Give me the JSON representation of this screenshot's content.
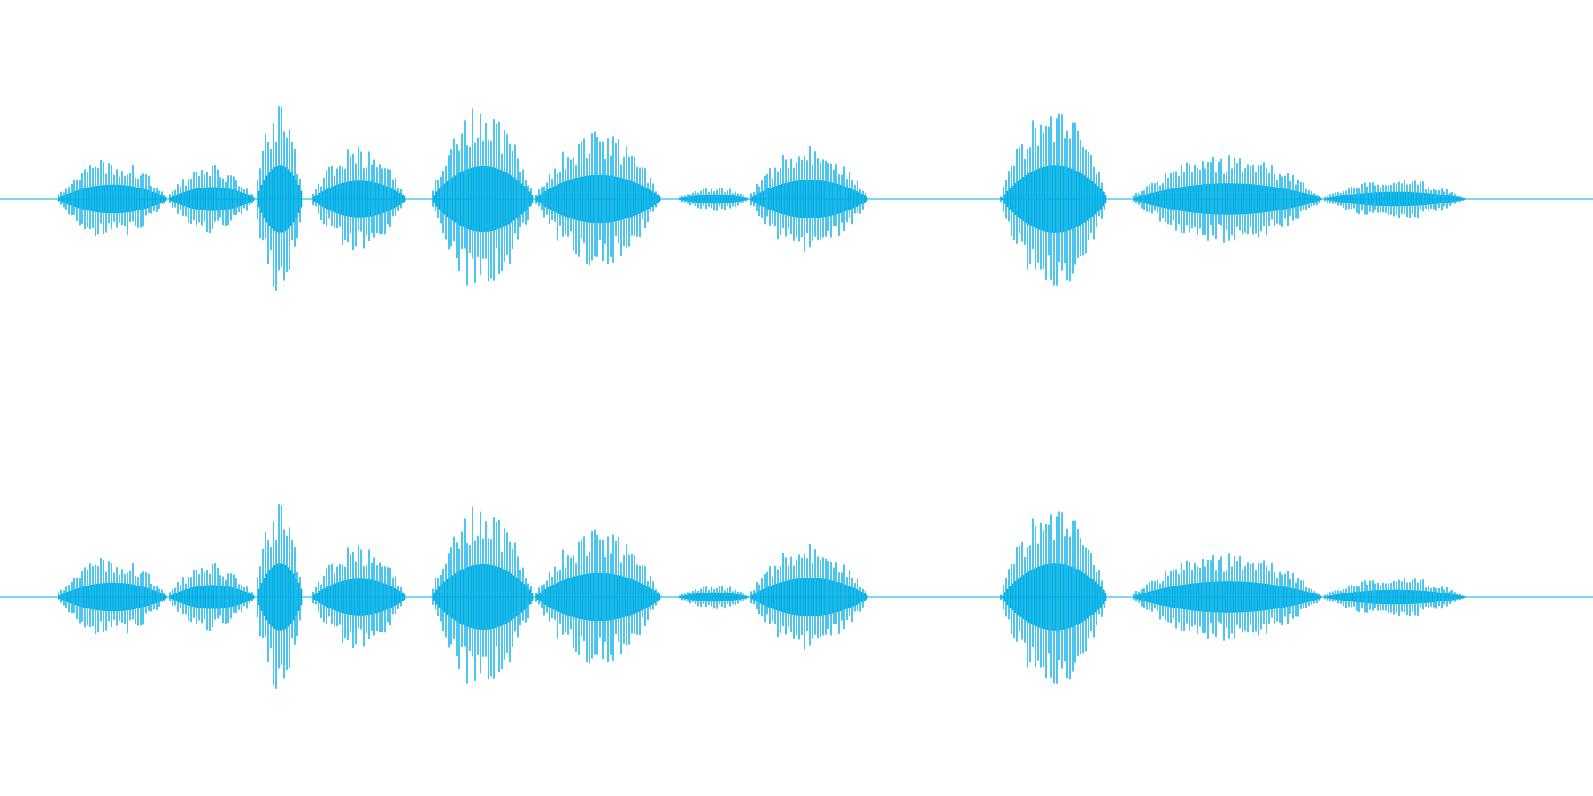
{
  "waveform": {
    "color": "#00aee6",
    "background": "#ffffff",
    "channel_count": 2,
    "segments": [
      {
        "start": 0.035,
        "end": 0.105,
        "peak": 0.43
      },
      {
        "start": 0.105,
        "end": 0.16,
        "peak": 0.36
      },
      {
        "start": 0.16,
        "end": 0.19,
        "peak": 1.0
      },
      {
        "start": 0.195,
        "end": 0.255,
        "peak": 0.55
      },
      {
        "start": 0.27,
        "end": 0.335,
        "peak": 0.98
      },
      {
        "start": 0.335,
        "end": 0.415,
        "peak": 0.72
      },
      {
        "start": 0.425,
        "end": 0.47,
        "peak": 0.14
      },
      {
        "start": 0.47,
        "end": 0.545,
        "peak": 0.57
      },
      {
        "start": 0.628,
        "end": 0.695,
        "peak": 1.0
      },
      {
        "start": 0.71,
        "end": 0.83,
        "peak": 0.47
      },
      {
        "start": 0.83,
        "end": 0.92,
        "peak": 0.22
      }
    ],
    "channels": [
      {
        "label": ""
      },
      {
        "label": ""
      }
    ]
  }
}
